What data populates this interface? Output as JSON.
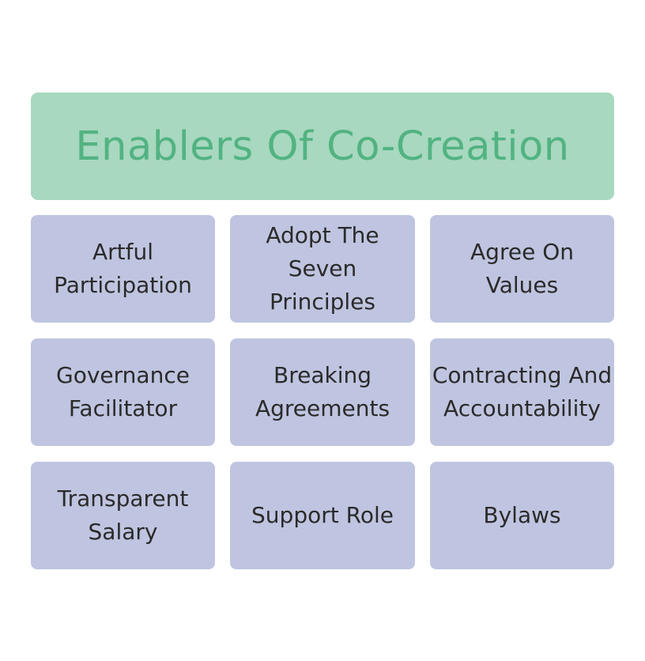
{
  "title": "Enablers Of Co-Creation",
  "items": [
    "Artful\nParticipation",
    "Adopt The\nSeven\nPrinciples",
    "Agree On\nValues",
    "Governance\nFacilitator",
    "Breaking\nAgreements",
    "Contracting And\nAccountability",
    "Transparent\nSalary",
    "Support Role",
    "Bylaws"
  ],
  "colors": {
    "header_fill": "#a8d8bf",
    "header_text": "#52b382",
    "card_fill": "#bfc5e0",
    "card_text": "#2a2a2a"
  }
}
